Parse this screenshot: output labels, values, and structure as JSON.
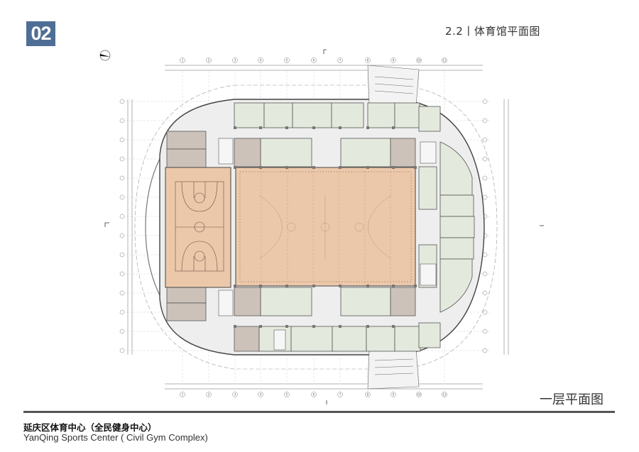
{
  "header": {
    "page_number": "02",
    "section_title": "2.2丨体育馆平面图"
  },
  "plan": {
    "title": "一层平面图",
    "column_axes": [
      "1",
      "2",
      "3",
      "4",
      "5",
      "6",
      "7",
      "8",
      "9",
      "10",
      "11"
    ],
    "colors": {
      "court": "#ecc8aa",
      "rooms": "#e3eadd",
      "service_rooms": "#cdc2ba",
      "corridor": "#efefef",
      "walls": "#555555"
    }
  },
  "footer": {
    "project_name_cn": "延庆区体育中心（全民健身中心）",
    "project_name_en": "YanQing Sports Center ( Civil Gym Complex)"
  }
}
